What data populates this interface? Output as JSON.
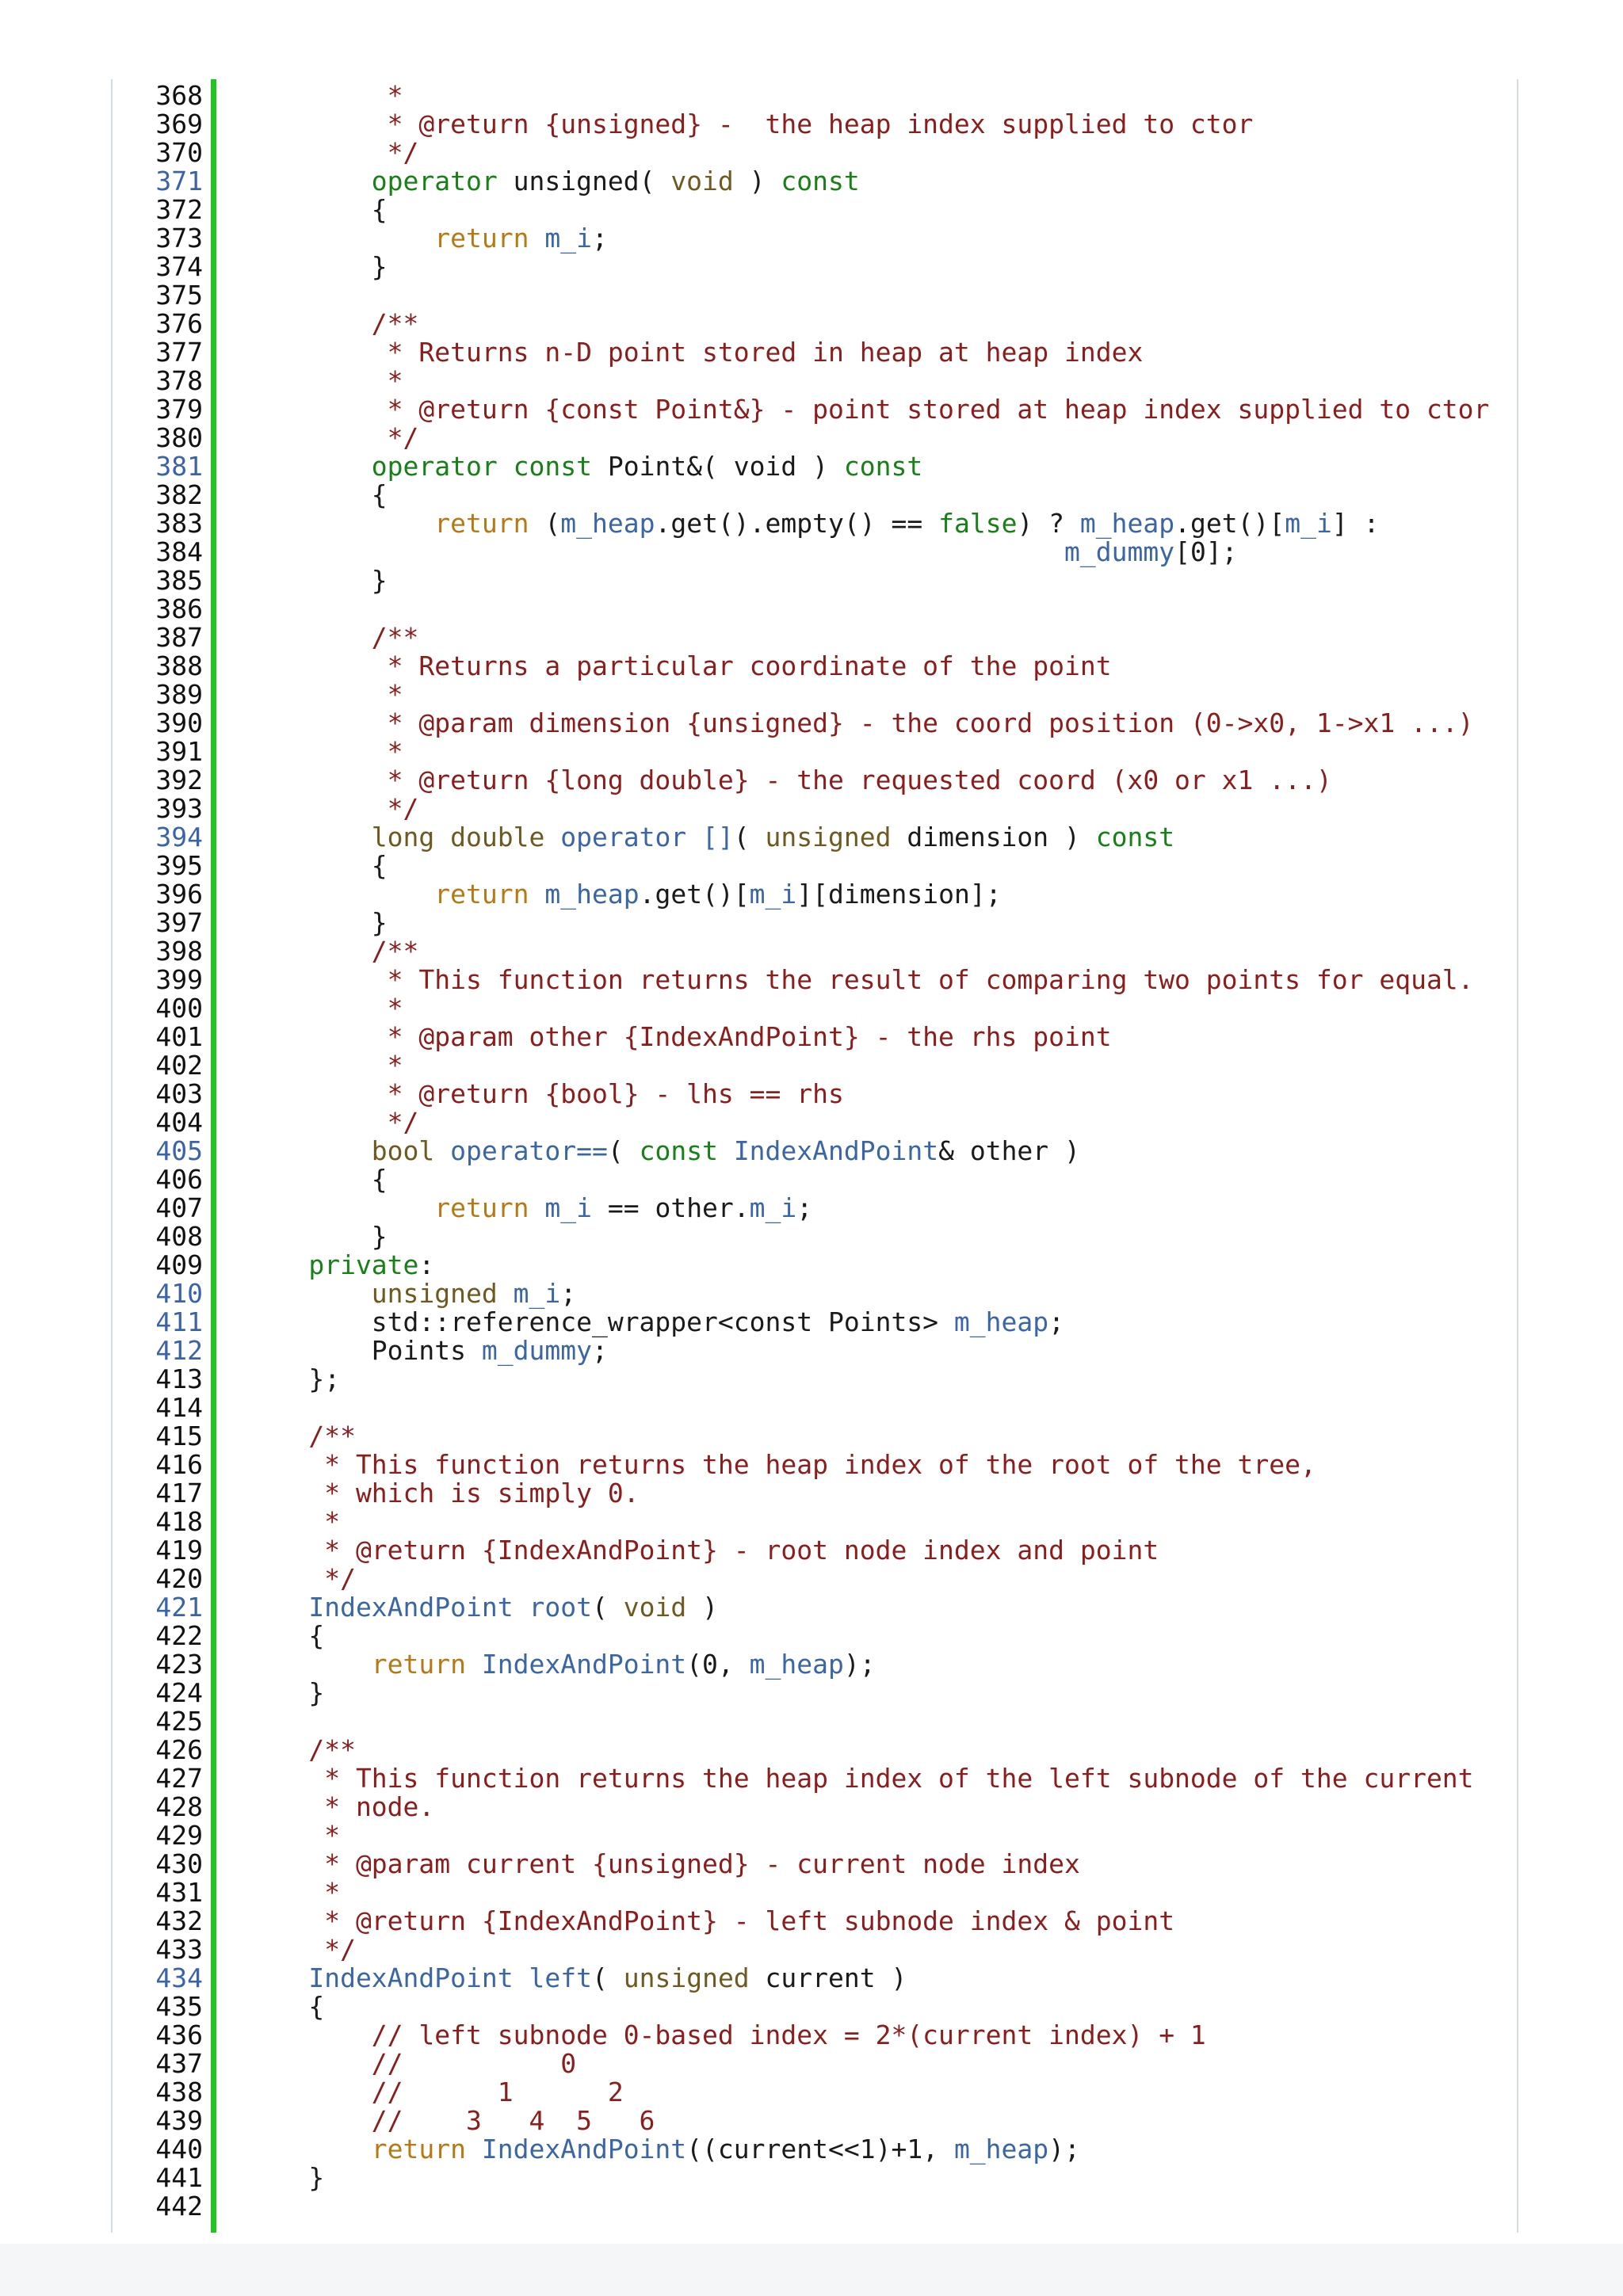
{
  "colors": {
    "comment": "#8b1d1d",
    "keyword": "#178017",
    "type": "#6e5a20",
    "return": "#b57a16",
    "identifier": "#3b66a6",
    "plain": "#1a1a1a",
    "line_number": "#111111",
    "linked_line_number": "#3b64a8",
    "change_bar": "#22c322"
  },
  "lines": [
    {
      "n": "368",
      "link": false,
      "segs": [
        [
          "cm",
          "          *"
        ]
      ]
    },
    {
      "n": "369",
      "link": false,
      "segs": [
        [
          "cm",
          "          * @return {unsigned} -  the heap index supplied to ctor"
        ]
      ]
    },
    {
      "n": "370",
      "link": false,
      "segs": [
        [
          "cm",
          "          */"
        ]
      ]
    },
    {
      "n": "371",
      "link": true,
      "segs": [
        [
          "kw",
          "         operator"
        ],
        [
          "pl",
          " unsigned( "
        ],
        [
          "ty",
          "void"
        ],
        [
          "pl",
          " ) "
        ],
        [
          "kw",
          "const"
        ]
      ]
    },
    {
      "n": "372",
      "link": false,
      "segs": [
        [
          "pl",
          "         {"
        ]
      ]
    },
    {
      "n": "373",
      "link": false,
      "segs": [
        [
          "rt",
          "             return"
        ],
        [
          "pl",
          " "
        ],
        [
          "id",
          "m_i"
        ],
        [
          "pl",
          ";"
        ]
      ]
    },
    {
      "n": "374",
      "link": false,
      "segs": [
        [
          "pl",
          "         }"
        ]
      ]
    },
    {
      "n": "375",
      "link": false,
      "segs": []
    },
    {
      "n": "376",
      "link": false,
      "segs": [
        [
          "cm",
          "         /**"
        ]
      ]
    },
    {
      "n": "377",
      "link": false,
      "segs": [
        [
          "cm",
          "          * Returns n-D point stored in heap at heap index"
        ]
      ]
    },
    {
      "n": "378",
      "link": false,
      "segs": [
        [
          "cm",
          "          *"
        ]
      ]
    },
    {
      "n": "379",
      "link": false,
      "segs": [
        [
          "cm",
          "          * @return {const Point&} - point stored at heap index supplied to ctor"
        ]
      ]
    },
    {
      "n": "380",
      "link": false,
      "segs": [
        [
          "cm",
          "          */"
        ]
      ]
    },
    {
      "n": "381",
      "link": true,
      "segs": [
        [
          "kw",
          "         operator"
        ],
        [
          "pl",
          " "
        ],
        [
          "kw",
          "const"
        ],
        [
          "pl",
          " Point&( void ) "
        ],
        [
          "kw",
          "const"
        ]
      ]
    },
    {
      "n": "382",
      "link": false,
      "segs": [
        [
          "pl",
          "         {"
        ]
      ]
    },
    {
      "n": "383",
      "link": false,
      "segs": [
        [
          "rt",
          "             return"
        ],
        [
          "pl",
          " ("
        ],
        [
          "id",
          "m_heap"
        ],
        [
          "pl",
          ".get().empty() == "
        ],
        [
          "kw",
          "false"
        ],
        [
          "pl",
          ") ? "
        ],
        [
          "id",
          "m_heap"
        ],
        [
          "pl",
          ".get()["
        ],
        [
          "id",
          "m_i"
        ],
        [
          "pl",
          "] :"
        ]
      ]
    },
    {
      "n": "384",
      "link": false,
      "segs": [
        [
          "pl",
          "                                                     "
        ],
        [
          "id",
          "m_dummy"
        ],
        [
          "pl",
          "[0];"
        ]
      ]
    },
    {
      "n": "385",
      "link": false,
      "segs": [
        [
          "pl",
          "         }"
        ]
      ]
    },
    {
      "n": "386",
      "link": false,
      "segs": []
    },
    {
      "n": "387",
      "link": false,
      "segs": [
        [
          "cm",
          "         /**"
        ]
      ]
    },
    {
      "n": "388",
      "link": false,
      "segs": [
        [
          "cm",
          "          * Returns a particular coordinate of the point"
        ]
      ]
    },
    {
      "n": "389",
      "link": false,
      "segs": [
        [
          "cm",
          "          *"
        ]
      ]
    },
    {
      "n": "390",
      "link": false,
      "segs": [
        [
          "cm",
          "          * @param dimension {unsigned} - the coord position (0->x0, 1->x1 ...)"
        ]
      ]
    },
    {
      "n": "391",
      "link": false,
      "segs": [
        [
          "cm",
          "          *"
        ]
      ]
    },
    {
      "n": "392",
      "link": false,
      "segs": [
        [
          "cm",
          "          * @return {long double} - the requested coord (x0 or x1 ...)"
        ]
      ]
    },
    {
      "n": "393",
      "link": false,
      "segs": [
        [
          "cm",
          "          */"
        ]
      ]
    },
    {
      "n": "394",
      "link": true,
      "segs": [
        [
          "ty",
          "         long double"
        ],
        [
          "pl",
          " "
        ],
        [
          "id",
          "operator []"
        ],
        [
          "pl",
          "( "
        ],
        [
          "ty",
          "unsigned"
        ],
        [
          "pl",
          " dimension ) "
        ],
        [
          "kw",
          "const"
        ]
      ]
    },
    {
      "n": "395",
      "link": false,
      "segs": [
        [
          "pl",
          "         {"
        ]
      ]
    },
    {
      "n": "396",
      "link": false,
      "segs": [
        [
          "rt",
          "             return"
        ],
        [
          "pl",
          " "
        ],
        [
          "id",
          "m_heap"
        ],
        [
          "pl",
          ".get()["
        ],
        [
          "id",
          "m_i"
        ],
        [
          "pl",
          "][dimension];"
        ]
      ]
    },
    {
      "n": "397",
      "link": false,
      "segs": [
        [
          "pl",
          "         }"
        ]
      ]
    },
    {
      "n": "398",
      "link": false,
      "segs": [
        [
          "cm",
          "         /**"
        ]
      ]
    },
    {
      "n": "399",
      "link": false,
      "segs": [
        [
          "cm",
          "          * This function returns the result of comparing two points for equal."
        ]
      ]
    },
    {
      "n": "400",
      "link": false,
      "segs": [
        [
          "cm",
          "          *"
        ]
      ]
    },
    {
      "n": "401",
      "link": false,
      "segs": [
        [
          "cm",
          "          * @param other {IndexAndPoint} - the rhs point"
        ]
      ]
    },
    {
      "n": "402",
      "link": false,
      "segs": [
        [
          "cm",
          "          *"
        ]
      ]
    },
    {
      "n": "403",
      "link": false,
      "segs": [
        [
          "cm",
          "          * @return {bool} - lhs == rhs"
        ]
      ]
    },
    {
      "n": "404",
      "link": false,
      "segs": [
        [
          "cm",
          "          */"
        ]
      ]
    },
    {
      "n": "405",
      "link": true,
      "segs": [
        [
          "ty",
          "         bool"
        ],
        [
          "pl",
          " "
        ],
        [
          "id",
          "operator=="
        ],
        [
          "pl",
          "( "
        ],
        [
          "kw",
          "const"
        ],
        [
          "pl",
          " "
        ],
        [
          "id",
          "IndexAndPoint"
        ],
        [
          "pl",
          "& other )"
        ]
      ]
    },
    {
      "n": "406",
      "link": false,
      "segs": [
        [
          "pl",
          "         {"
        ]
      ]
    },
    {
      "n": "407",
      "link": false,
      "segs": [
        [
          "rt",
          "             return"
        ],
        [
          "pl",
          " "
        ],
        [
          "id",
          "m_i"
        ],
        [
          "pl",
          " == other."
        ],
        [
          "id",
          "m_i"
        ],
        [
          "pl",
          ";"
        ]
      ]
    },
    {
      "n": "408",
      "link": false,
      "segs": [
        [
          "pl",
          "         }"
        ]
      ]
    },
    {
      "n": "409",
      "link": false,
      "segs": [
        [
          "kw",
          "     private"
        ],
        [
          "pl",
          ":"
        ]
      ]
    },
    {
      "n": "410",
      "link": true,
      "segs": [
        [
          "ty",
          "         unsigned"
        ],
        [
          "pl",
          " "
        ],
        [
          "id",
          "m_i"
        ],
        [
          "pl",
          ";"
        ]
      ]
    },
    {
      "n": "411",
      "link": true,
      "segs": [
        [
          "pl",
          "         std::reference_wrapper<const Points> "
        ],
        [
          "id",
          "m_heap"
        ],
        [
          "pl",
          ";"
        ]
      ]
    },
    {
      "n": "412",
      "link": true,
      "segs": [
        [
          "pl",
          "         Points "
        ],
        [
          "id",
          "m_dummy"
        ],
        [
          "pl",
          ";"
        ]
      ]
    },
    {
      "n": "413",
      "link": false,
      "segs": [
        [
          "pl",
          "     };"
        ]
      ]
    },
    {
      "n": "414",
      "link": false,
      "segs": []
    },
    {
      "n": "415",
      "link": false,
      "segs": [
        [
          "cm",
          "     /**"
        ]
      ]
    },
    {
      "n": "416",
      "link": false,
      "segs": [
        [
          "cm",
          "      * This function returns the heap index of the root of the tree,"
        ]
      ]
    },
    {
      "n": "417",
      "link": false,
      "segs": [
        [
          "cm",
          "      * which is simply 0."
        ]
      ]
    },
    {
      "n": "418",
      "link": false,
      "segs": [
        [
          "cm",
          "      *"
        ]
      ]
    },
    {
      "n": "419",
      "link": false,
      "segs": [
        [
          "cm",
          "      * @return {IndexAndPoint} - root node index and point"
        ]
      ]
    },
    {
      "n": "420",
      "link": false,
      "segs": [
        [
          "cm",
          "      */"
        ]
      ]
    },
    {
      "n": "421",
      "link": true,
      "segs": [
        [
          "id",
          "     IndexAndPoint"
        ],
        [
          "pl",
          " "
        ],
        [
          "id",
          "root"
        ],
        [
          "pl",
          "( "
        ],
        [
          "ty",
          "void"
        ],
        [
          "pl",
          " )"
        ]
      ]
    },
    {
      "n": "422",
      "link": false,
      "segs": [
        [
          "pl",
          "     {"
        ]
      ]
    },
    {
      "n": "423",
      "link": false,
      "segs": [
        [
          "rt",
          "         return"
        ],
        [
          "pl",
          " "
        ],
        [
          "id",
          "IndexAndPoint"
        ],
        [
          "pl",
          "(0, "
        ],
        [
          "id",
          "m_heap"
        ],
        [
          "pl",
          ");"
        ]
      ]
    },
    {
      "n": "424",
      "link": false,
      "segs": [
        [
          "pl",
          "     }"
        ]
      ]
    },
    {
      "n": "425",
      "link": false,
      "segs": []
    },
    {
      "n": "426",
      "link": false,
      "segs": [
        [
          "cm",
          "     /**"
        ]
      ]
    },
    {
      "n": "427",
      "link": false,
      "segs": [
        [
          "cm",
          "      * This function returns the heap index of the left subnode of the current"
        ]
      ]
    },
    {
      "n": "428",
      "link": false,
      "segs": [
        [
          "cm",
          "      * node."
        ]
      ]
    },
    {
      "n": "429",
      "link": false,
      "segs": [
        [
          "cm",
          "      *"
        ]
      ]
    },
    {
      "n": "430",
      "link": false,
      "segs": [
        [
          "cm",
          "      * @param current {unsigned} - current node index"
        ]
      ]
    },
    {
      "n": "431",
      "link": false,
      "segs": [
        [
          "cm",
          "      *"
        ]
      ]
    },
    {
      "n": "432",
      "link": false,
      "segs": [
        [
          "cm",
          "      * @return {IndexAndPoint} - left subnode index & point"
        ]
      ]
    },
    {
      "n": "433",
      "link": false,
      "segs": [
        [
          "cm",
          "      */"
        ]
      ]
    },
    {
      "n": "434",
      "link": true,
      "segs": [
        [
          "id",
          "     IndexAndPoint"
        ],
        [
          "pl",
          " "
        ],
        [
          "id",
          "left"
        ],
        [
          "pl",
          "( "
        ],
        [
          "ty",
          "unsigned"
        ],
        [
          "pl",
          " current )"
        ]
      ]
    },
    {
      "n": "435",
      "link": false,
      "segs": [
        [
          "pl",
          "     {"
        ]
      ]
    },
    {
      "n": "436",
      "link": false,
      "segs": [
        [
          "cm",
          "         // left subnode 0-based index = 2*(current index) + 1"
        ]
      ]
    },
    {
      "n": "437",
      "link": false,
      "segs": [
        [
          "cm",
          "         //          0"
        ]
      ]
    },
    {
      "n": "438",
      "link": false,
      "segs": [
        [
          "cm",
          "         //      1      2"
        ]
      ]
    },
    {
      "n": "439",
      "link": false,
      "segs": [
        [
          "cm",
          "         //    3   4  5   6"
        ]
      ]
    },
    {
      "n": "440",
      "link": false,
      "segs": [
        [
          "rt",
          "         return"
        ],
        [
          "pl",
          " "
        ],
        [
          "id",
          "IndexAndPoint"
        ],
        [
          "pl",
          "((current<<1)+1, "
        ],
        [
          "id",
          "m_heap"
        ],
        [
          "pl",
          ");"
        ]
      ]
    },
    {
      "n": "441",
      "link": false,
      "segs": [
        [
          "pl",
          "     }"
        ]
      ]
    },
    {
      "n": "442",
      "link": false,
      "segs": []
    }
  ]
}
